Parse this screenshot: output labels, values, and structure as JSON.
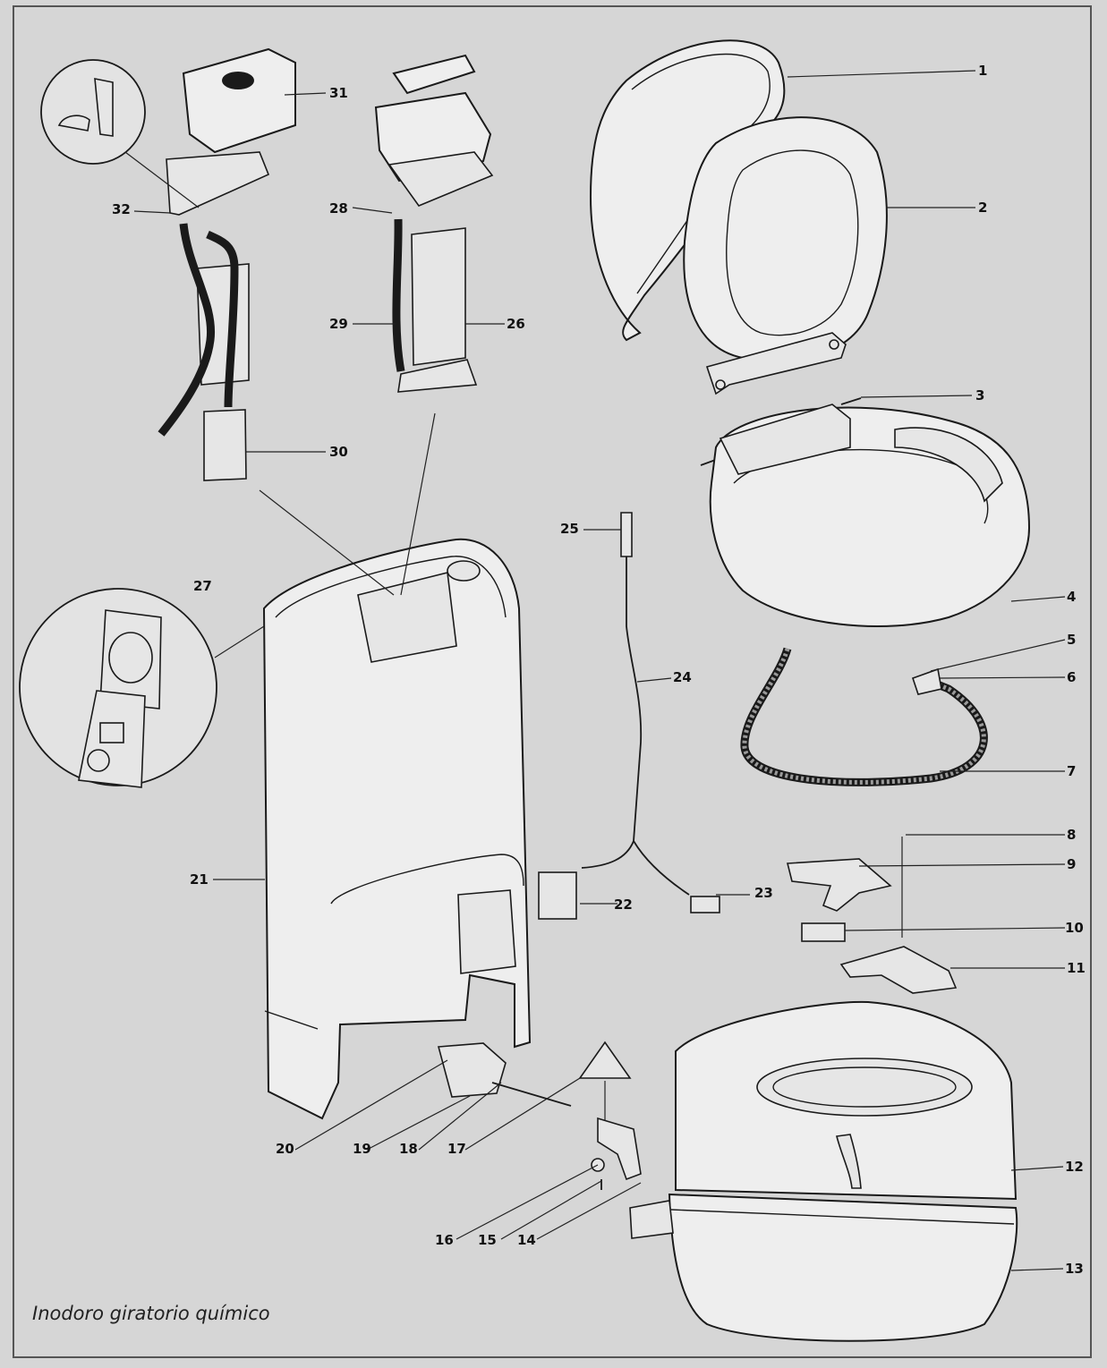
{
  "caption": "Inodoro giratorio químico",
  "callouts": {
    "n1": "1",
    "n2": "2",
    "n3": "3",
    "n4": "4",
    "n5": "5",
    "n6": "6",
    "n7": "7",
    "n8": "8",
    "n9": "9",
    "n10": "10",
    "n11": "11",
    "n12": "12",
    "n13": "13",
    "n14": "14",
    "n15": "15",
    "n16": "16",
    "n17": "17",
    "n18": "18",
    "n19": "19",
    "n20": "20",
    "n21": "21",
    "n22": "22",
    "n23": "23",
    "n24": "24",
    "n25": "25",
    "n26": "26",
    "n27": "27",
    "n28": "28",
    "n29": "29",
    "n30": "30",
    "n31": "31",
    "n32": "32"
  },
  "colors": {
    "background": "#d6d6d6",
    "part_fill": "#eeeeee",
    "outline": "#1a1a1a"
  }
}
